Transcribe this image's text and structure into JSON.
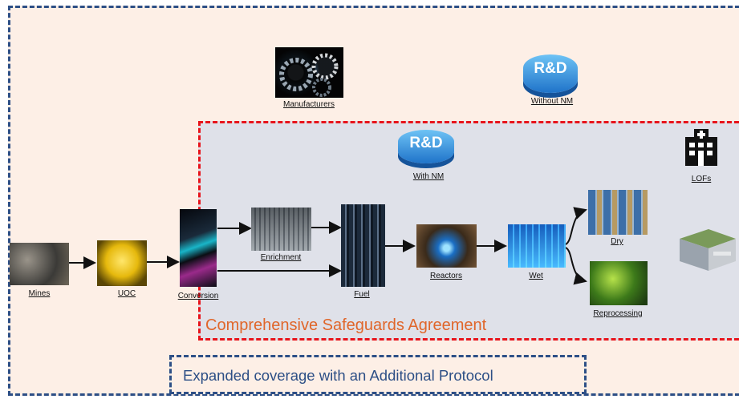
{
  "nodes": {
    "mines": "Mines",
    "uoc": "UOC",
    "conversion": "Conversion",
    "enrichment": "Enrichment",
    "fuel": "Fuel",
    "reactors": "Reactors",
    "wet": "Wet",
    "dry": "Dry",
    "reprocessing": "Reprocessing",
    "manufacturers": "Manufacturers",
    "without_nm": "Without NM",
    "with_nm": "With NM",
    "lofs": "LOFs"
  },
  "rd_badge": "R&D",
  "csa_label": "Comprehensive Safeguards Agreement",
  "ap_label": "Expanded coverage with an Additional Protocol",
  "colors": {
    "outer_border": "#2d4f86",
    "inner_border": "#e8141b",
    "outer_fill": "#fdefe6",
    "inner_fill": "#dfe1e9",
    "csa_text": "#e0662a"
  }
}
